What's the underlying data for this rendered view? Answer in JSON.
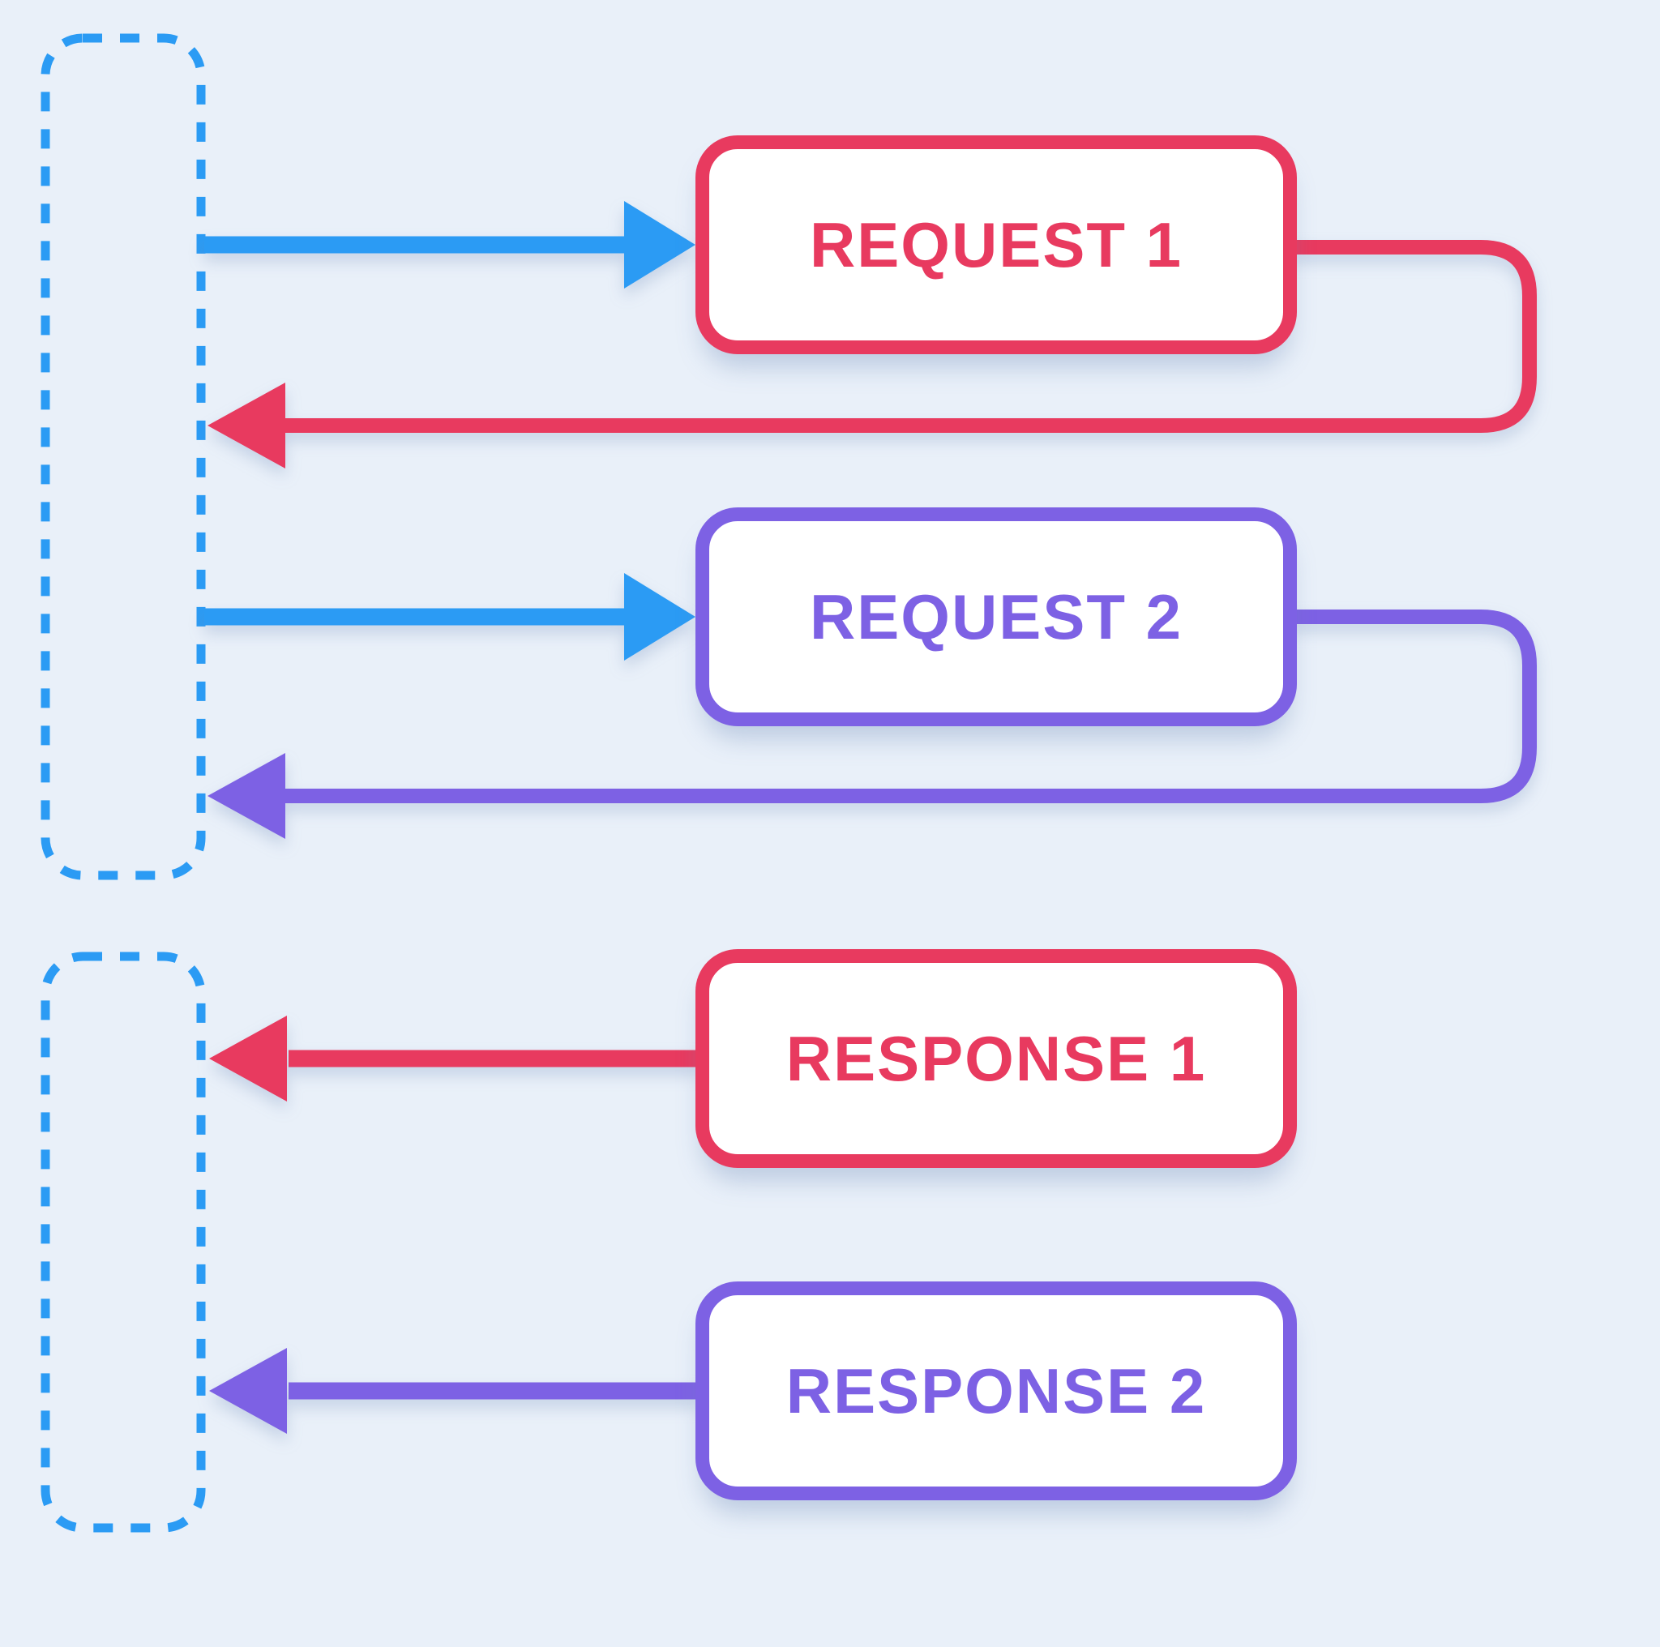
{
  "colors": {
    "background": "#e9f0f9",
    "blue": "#2b9bf4",
    "red": "#e83a5f",
    "purple": "#7d61e4",
    "box_bg": "#ffffff"
  },
  "lanes": [
    {
      "id": "lane-top",
      "style": "dashed-blue"
    },
    {
      "id": "lane-bottom",
      "style": "dashed-blue"
    }
  ],
  "boxes": [
    {
      "id": "request-1",
      "label": "REQUEST 1",
      "color": "red"
    },
    {
      "id": "request-2",
      "label": "REQUEST 2",
      "color": "purple"
    },
    {
      "id": "response-1",
      "label": "RESPONSE 1",
      "color": "red"
    },
    {
      "id": "response-2",
      "label": "RESPONSE 2",
      "color": "purple"
    }
  ],
  "arrows": [
    {
      "id": "request-1-out",
      "color": "blue",
      "direction": "right"
    },
    {
      "id": "request-1-return",
      "color": "red",
      "direction": "left"
    },
    {
      "id": "request-2-out",
      "color": "blue",
      "direction": "right"
    },
    {
      "id": "request-2-return",
      "color": "purple",
      "direction": "left"
    },
    {
      "id": "response-1-in",
      "color": "red",
      "direction": "left"
    },
    {
      "id": "response-2-in",
      "color": "purple",
      "direction": "left"
    }
  ]
}
